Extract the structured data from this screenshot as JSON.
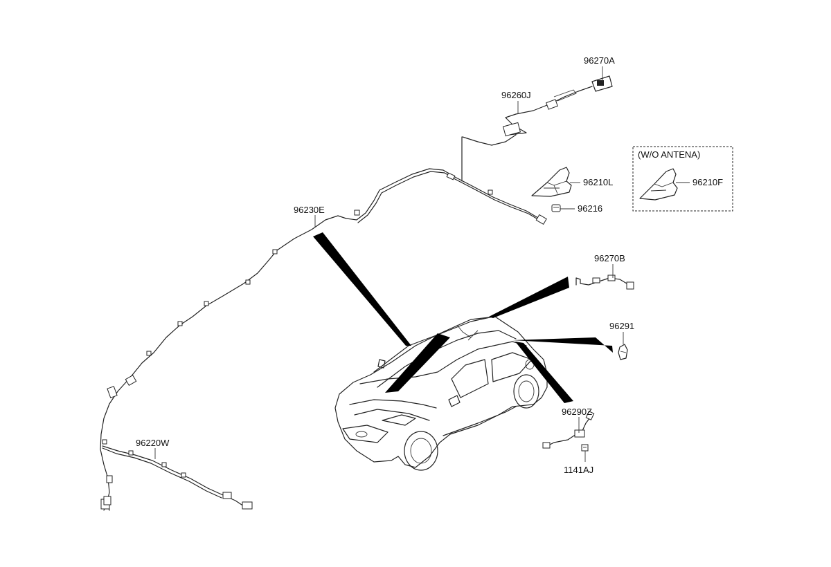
{
  "parts": {
    "p96270A": "96270A",
    "p96260J": "96260J",
    "p96210L": "96210L",
    "p96216": "96216",
    "p96230E": "96230E",
    "p96270B": "96270B",
    "p96291": "96291",
    "p96290Z": "96290Z",
    "p1141AJ": "1141AJ",
    "p96220W": "96220W",
    "p96210F": "96210F"
  },
  "inset": {
    "label": "(W/O ANTENA)"
  },
  "colors": {
    "line": "#222222",
    "background": "#ffffff",
    "callout": "#000000"
  }
}
